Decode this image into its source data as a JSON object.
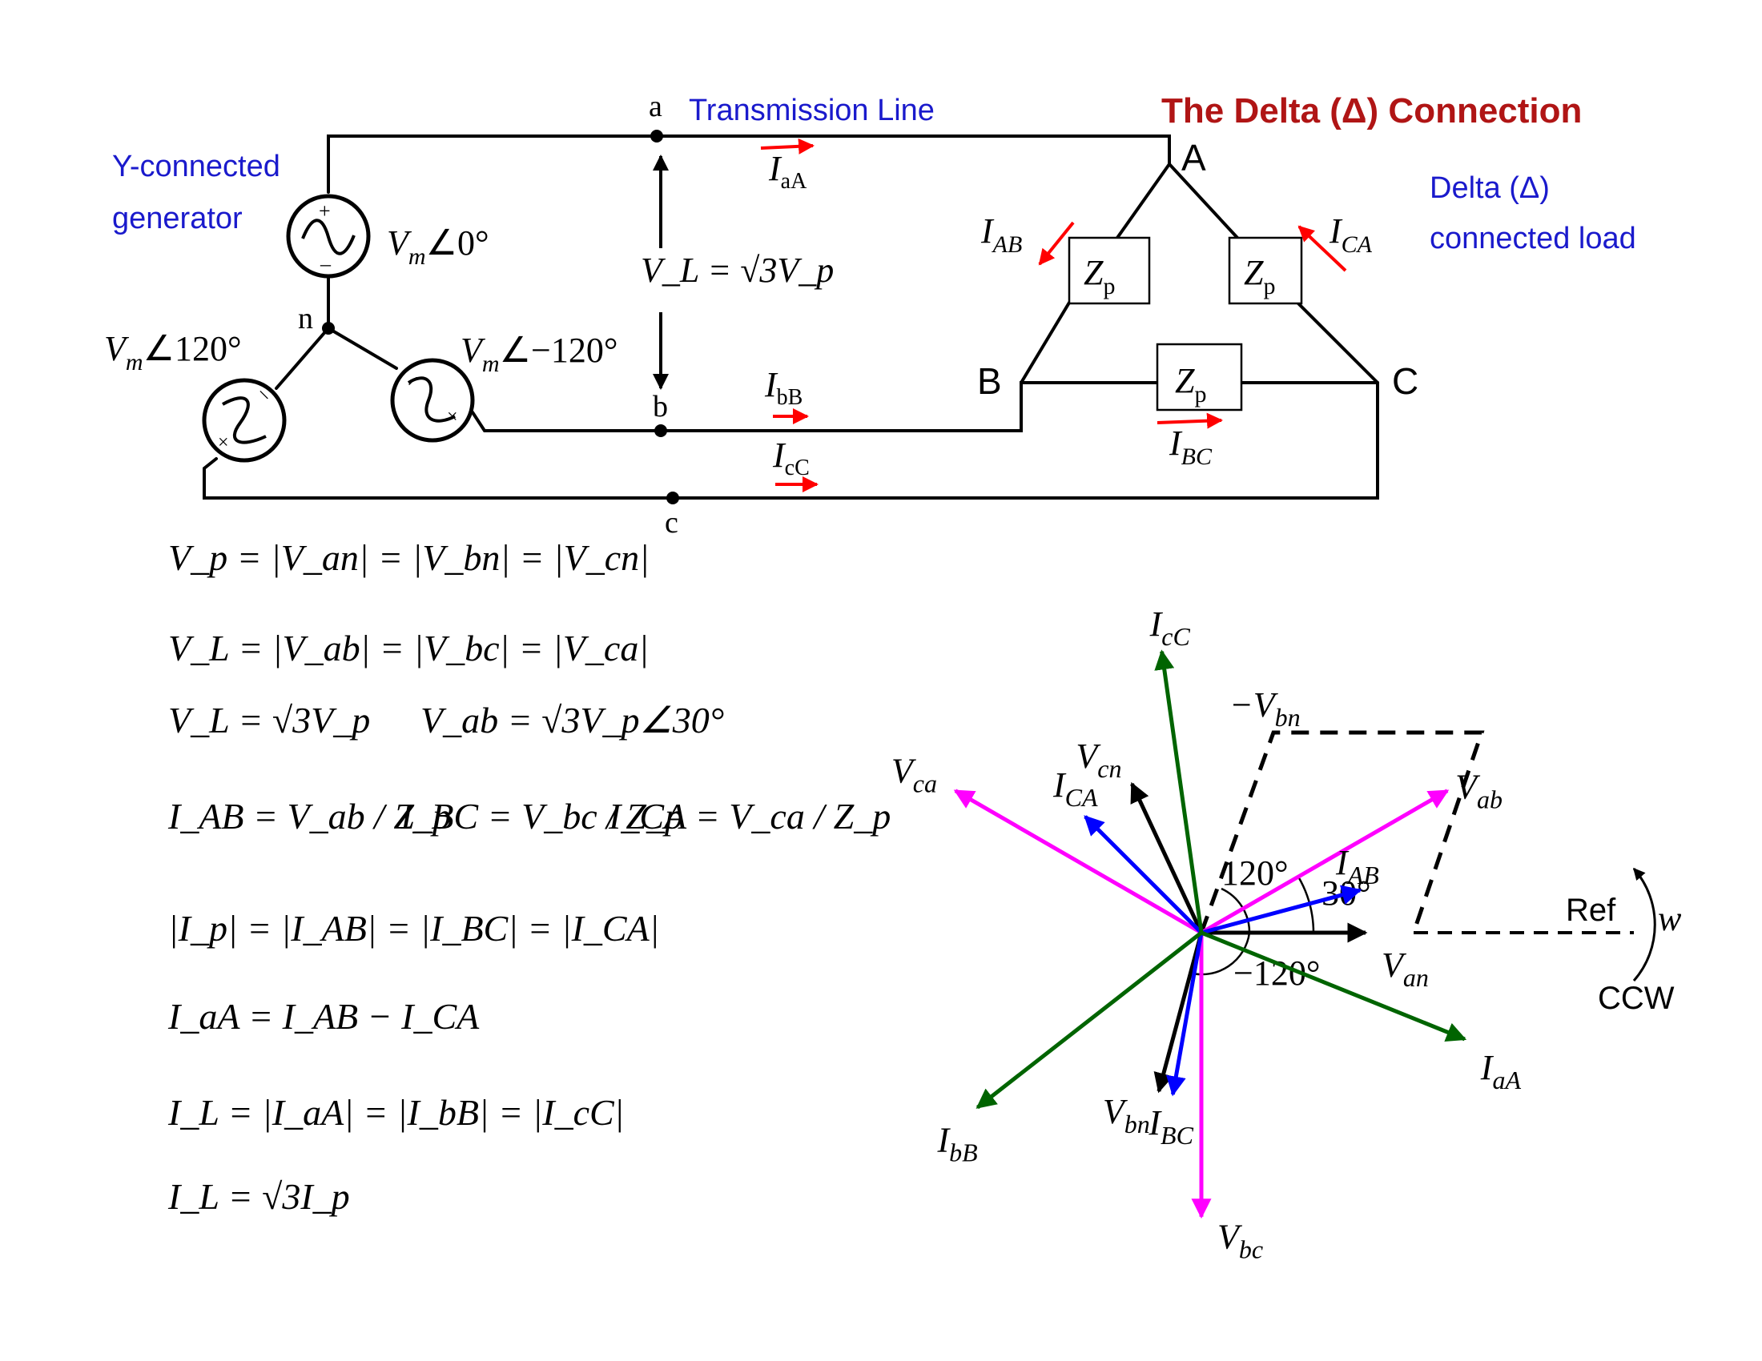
{
  "title": "The Delta (Δ) Connection",
  "labels": {
    "transmission_line": "Transmission Line",
    "generator": [
      "Y-connected",
      "generator"
    ],
    "load": [
      "Delta (Δ)",
      "connected load"
    ]
  },
  "nodes": {
    "a": "a",
    "b": "b",
    "c": "c",
    "n": "n",
    "A": "A",
    "B": "B",
    "C": "C"
  },
  "sources": {
    "a": {
      "mag": "V",
      "sub": "m",
      "angle": "∠0°"
    },
    "b": {
      "mag": "V",
      "sub": "m",
      "angle": "∠120°"
    },
    "c": {
      "mag": "V",
      "sub": "m",
      "angle": "∠−120°"
    }
  },
  "impedance": {
    "name": "Z",
    "sub": "p"
  },
  "circuit_currents": {
    "aA": {
      "name": "I",
      "sub": "aA"
    },
    "bB": {
      "name": "I",
      "sub": "bB"
    },
    "cC": {
      "name": "I",
      "sub": "cC"
    },
    "AB": {
      "name": "I",
      "sub": "AB"
    },
    "BC": {
      "name": "I",
      "sub": "BC"
    },
    "CA": {
      "name": "I",
      "sub": "CA"
    }
  },
  "line_voltage_relation": "V_L = √3V_p",
  "equations": [
    "V_p = |V_an| = |V_bn| = |V_cn|",
    "V_L = |V_ab| = |V_bc| = |V_ca|",
    "V_L = √3V_p",
    "V_ab = √3V_p∠30°",
    "I_AB = V_ab / Z_p",
    "I_BC = V_bc / Z_p",
    "I_CA = V_ca / Z_p",
    "|I_p| = |I_AB| = |I_BC| = |I_CA|",
    "I_aA = I_AB − I_CA",
    "I_L = |I_aA| = |I_bB| = |I_cC|",
    "I_L = √3I_p"
  ],
  "phasor": {
    "ref_label": "Ref",
    "rotation_label": "w",
    "direction_label": "CCW",
    "angle_labels": [
      "120°",
      "30°",
      "−120°"
    ],
    "colors": {
      "voltage": "#000000",
      "line_voltage": "#ff00ff",
      "phase_current": "#0000ff",
      "line_current": "#006400",
      "current_arrow": "#ff0000",
      "title": "#b01515",
      "label": "#1a1acc"
    },
    "phasors": [
      {
        "name": "V",
        "sub": "an",
        "kind": "voltage",
        "magnitude": 1.0,
        "angle_deg": 0
      },
      {
        "name": "V",
        "sub": "bn",
        "kind": "voltage",
        "magnitude": 1.0,
        "angle_deg": -105
      },
      {
        "name": "V",
        "sub": "cn",
        "kind": "voltage",
        "magnitude": 1.0,
        "angle_deg": 115
      },
      {
        "name": "−V",
        "sub": "bn",
        "kind": "reference",
        "magnitude": 1.0,
        "angle_deg": 75
      },
      {
        "name": "V",
        "sub": "ab",
        "kind": "line_voltage",
        "magnitude": 1.73,
        "angle_deg": 30
      },
      {
        "name": "V",
        "sub": "bc",
        "kind": "line_voltage",
        "magnitude": 1.73,
        "angle_deg": -90
      },
      {
        "name": "V",
        "sub": "ca",
        "kind": "line_voltage",
        "magnitude": 1.73,
        "angle_deg": 150
      },
      {
        "name": "I",
        "sub": "AB",
        "kind": "phase_current",
        "magnitude": 1.0,
        "angle_deg": 15
      },
      {
        "name": "I",
        "sub": "BC",
        "kind": "phase_current",
        "magnitude": 1.0,
        "angle_deg": -100
      },
      {
        "name": "I",
        "sub": "CA",
        "kind": "phase_current",
        "magnitude": 1.0,
        "angle_deg": 135
      },
      {
        "name": "I",
        "sub": "aA",
        "kind": "line_current",
        "magnitude": 1.73,
        "angle_deg": -22
      },
      {
        "name": "I",
        "sub": "bB",
        "kind": "line_current",
        "magnitude": 1.73,
        "angle_deg": -142
      },
      {
        "name": "I",
        "sub": "cC",
        "kind": "line_current",
        "magnitude": 1.73,
        "angle_deg": 98
      }
    ]
  }
}
